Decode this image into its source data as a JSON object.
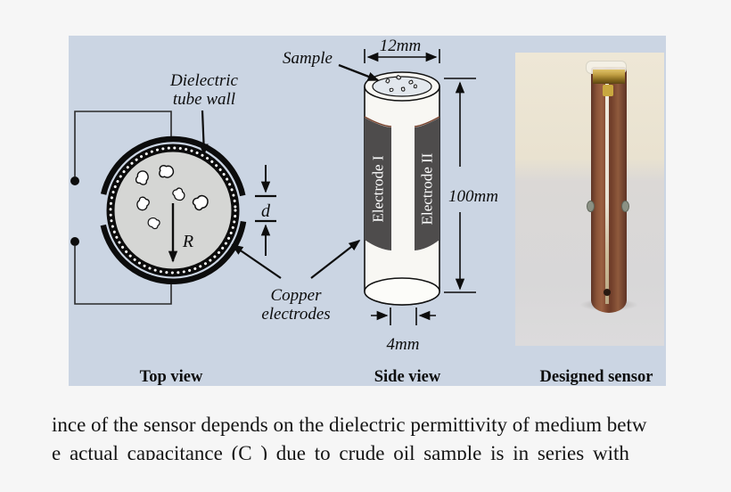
{
  "colors": {
    "page_bg": "#f6f6f6",
    "panel_bg": "#cbd5e3",
    "ink": "#0d0d0d",
    "electrode_band": "#4e4c4c",
    "copper_tube": "#7c452e",
    "brass": "#c3a145"
  },
  "figure": {
    "top_view": {
      "caption": "Top view",
      "dielectric_label_line1": "Dielectric",
      "dielectric_label_line2": "tube wall",
      "radius_symbol": "R",
      "gap_symbol": "d",
      "copper_label_line1": "Copper",
      "copper_label_line2": "electrodes"
    },
    "side_view": {
      "caption": "Side view",
      "sample_label": "Sample",
      "top_diameter": "12mm",
      "height": "100mm",
      "bottom_diameter": "4mm",
      "electrode_1": "Electrode I",
      "electrode_2": "Electrode II"
    },
    "photo": {
      "caption": "Designed sensor"
    }
  },
  "body_text": {
    "line1": "ince of the sensor depends on the dielectric permittivity of medium betw",
    "line2": "e actual capacitance (C ) due to crude oil sample is in series with"
  }
}
